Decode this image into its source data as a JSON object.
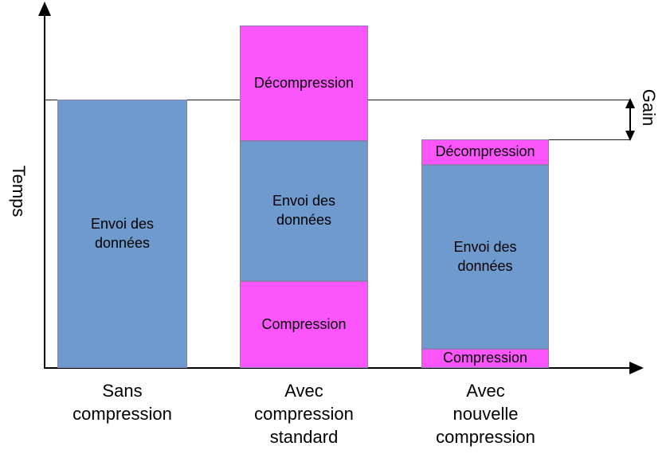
{
  "figure": {
    "y_axis_title": "Temps",
    "gain_annotation": "Gain"
  },
  "bars": [
    {
      "category_label": "Sans\ncompression",
      "segments": [
        {
          "label": "Envoi des\ndonnées",
          "color": "#6f9acd"
        }
      ]
    },
    {
      "category_label": "Avec\ncompression\nstandard",
      "segments": [
        {
          "label": "Décompression",
          "color": "#fc55fc"
        },
        {
          "label": "Envoi des\ndonnées",
          "color": "#6f9acd"
        },
        {
          "label": "Compression",
          "color": "#fc55fc"
        }
      ]
    },
    {
      "category_label": "Avec\nnouvelle\ncompression",
      "segments": [
        {
          "label": "Décompression",
          "color": "#fc55fc"
        },
        {
          "label": "Envoi des\ndonnées",
          "color": "#6f9acd"
        },
        {
          "label": "Compression",
          "color": "#fc55fc"
        }
      ]
    }
  ],
  "chart_data": {
    "type": "bar",
    "title": "",
    "subtitle": "",
    "xlabel": "",
    "ylabel": "Temps",
    "stacked": true,
    "grid": false,
    "legend": "none",
    "axis_units": "arbitrary time units (unlabeled axis)",
    "y_axis_ticks": [],
    "categories": [
      "Sans compression",
      "Avec compression standard",
      "Avec nouvelle compression"
    ],
    "series": [
      {
        "name": "Compression",
        "color": "#fc55fc",
        "values": [
          0,
          109,
          24
        ]
      },
      {
        "name": "Envoi des données",
        "color": "#6f9acd",
        "values": [
          337,
          176,
          231
        ]
      },
      {
        "name": "Décompression",
        "color": "#fc55fc",
        "values": [
          0,
          145,
          32
        ]
      }
    ],
    "totals": [
      337,
      430,
      287
    ],
    "annotations": [
      {
        "text": "Gain",
        "type": "double-headed-vertical-arrow",
        "from_value": 287,
        "to_value": 337,
        "value": 50,
        "description": "Gain de temps entre 'Sans compression' et 'Avec nouvelle compression'"
      },
      {
        "text": "",
        "type": "reference-line",
        "value": 337,
        "description": "Ligne de référence au sommet de la barre 'Sans compression'"
      },
      {
        "text": "",
        "type": "reference-line",
        "value": 287,
        "description": "Ligne de référence au sommet de la barre 'Avec nouvelle compression'"
      }
    ],
    "colors": {
      "transfer": "#6f9acd",
      "compression": "#fc55fc",
      "axis": "#000000",
      "background": "#ffffff"
    }
  }
}
